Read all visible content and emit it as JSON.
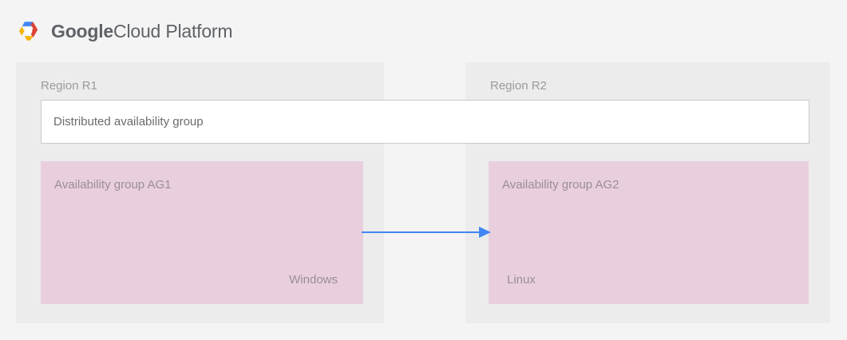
{
  "brand": {
    "logo_icon": "google-cloud-platform-hexagon-logo",
    "name_bold": "Google",
    "name_light": "Cloud Platform",
    "colors": {
      "logo_blue": "#4285f4",
      "logo_red": "#db4437",
      "logo_yellow": "#f4b400",
      "wordmark_gray": "#5f6368"
    }
  },
  "diagram": {
    "regions": [
      {
        "label": "Region R1",
        "availability_group": {
          "title": "Availability group AG1",
          "os": "Windows",
          "os_align": "right"
        }
      },
      {
        "label": "Region R2",
        "availability_group": {
          "title": "Availability group AG2",
          "os": "Linux",
          "os_align": "left"
        }
      }
    ],
    "distributed_group": {
      "label": "Distributed availability group"
    },
    "connector": {
      "icon": "arrow-right-icon",
      "direction": "left-to-right",
      "color": "#4285f4",
      "from": "Availability group AG1",
      "to": "Availability group AG2"
    },
    "colors": {
      "page_background": "#f4f4f4",
      "region_panel": "#ececec",
      "availability_group_box": "#e9cfdd",
      "distributed_group_box": "#ffffff",
      "distributed_group_border": "#c9c9c9",
      "label_text": "#9b9b9b",
      "box_text": "#9a8d94"
    }
  }
}
